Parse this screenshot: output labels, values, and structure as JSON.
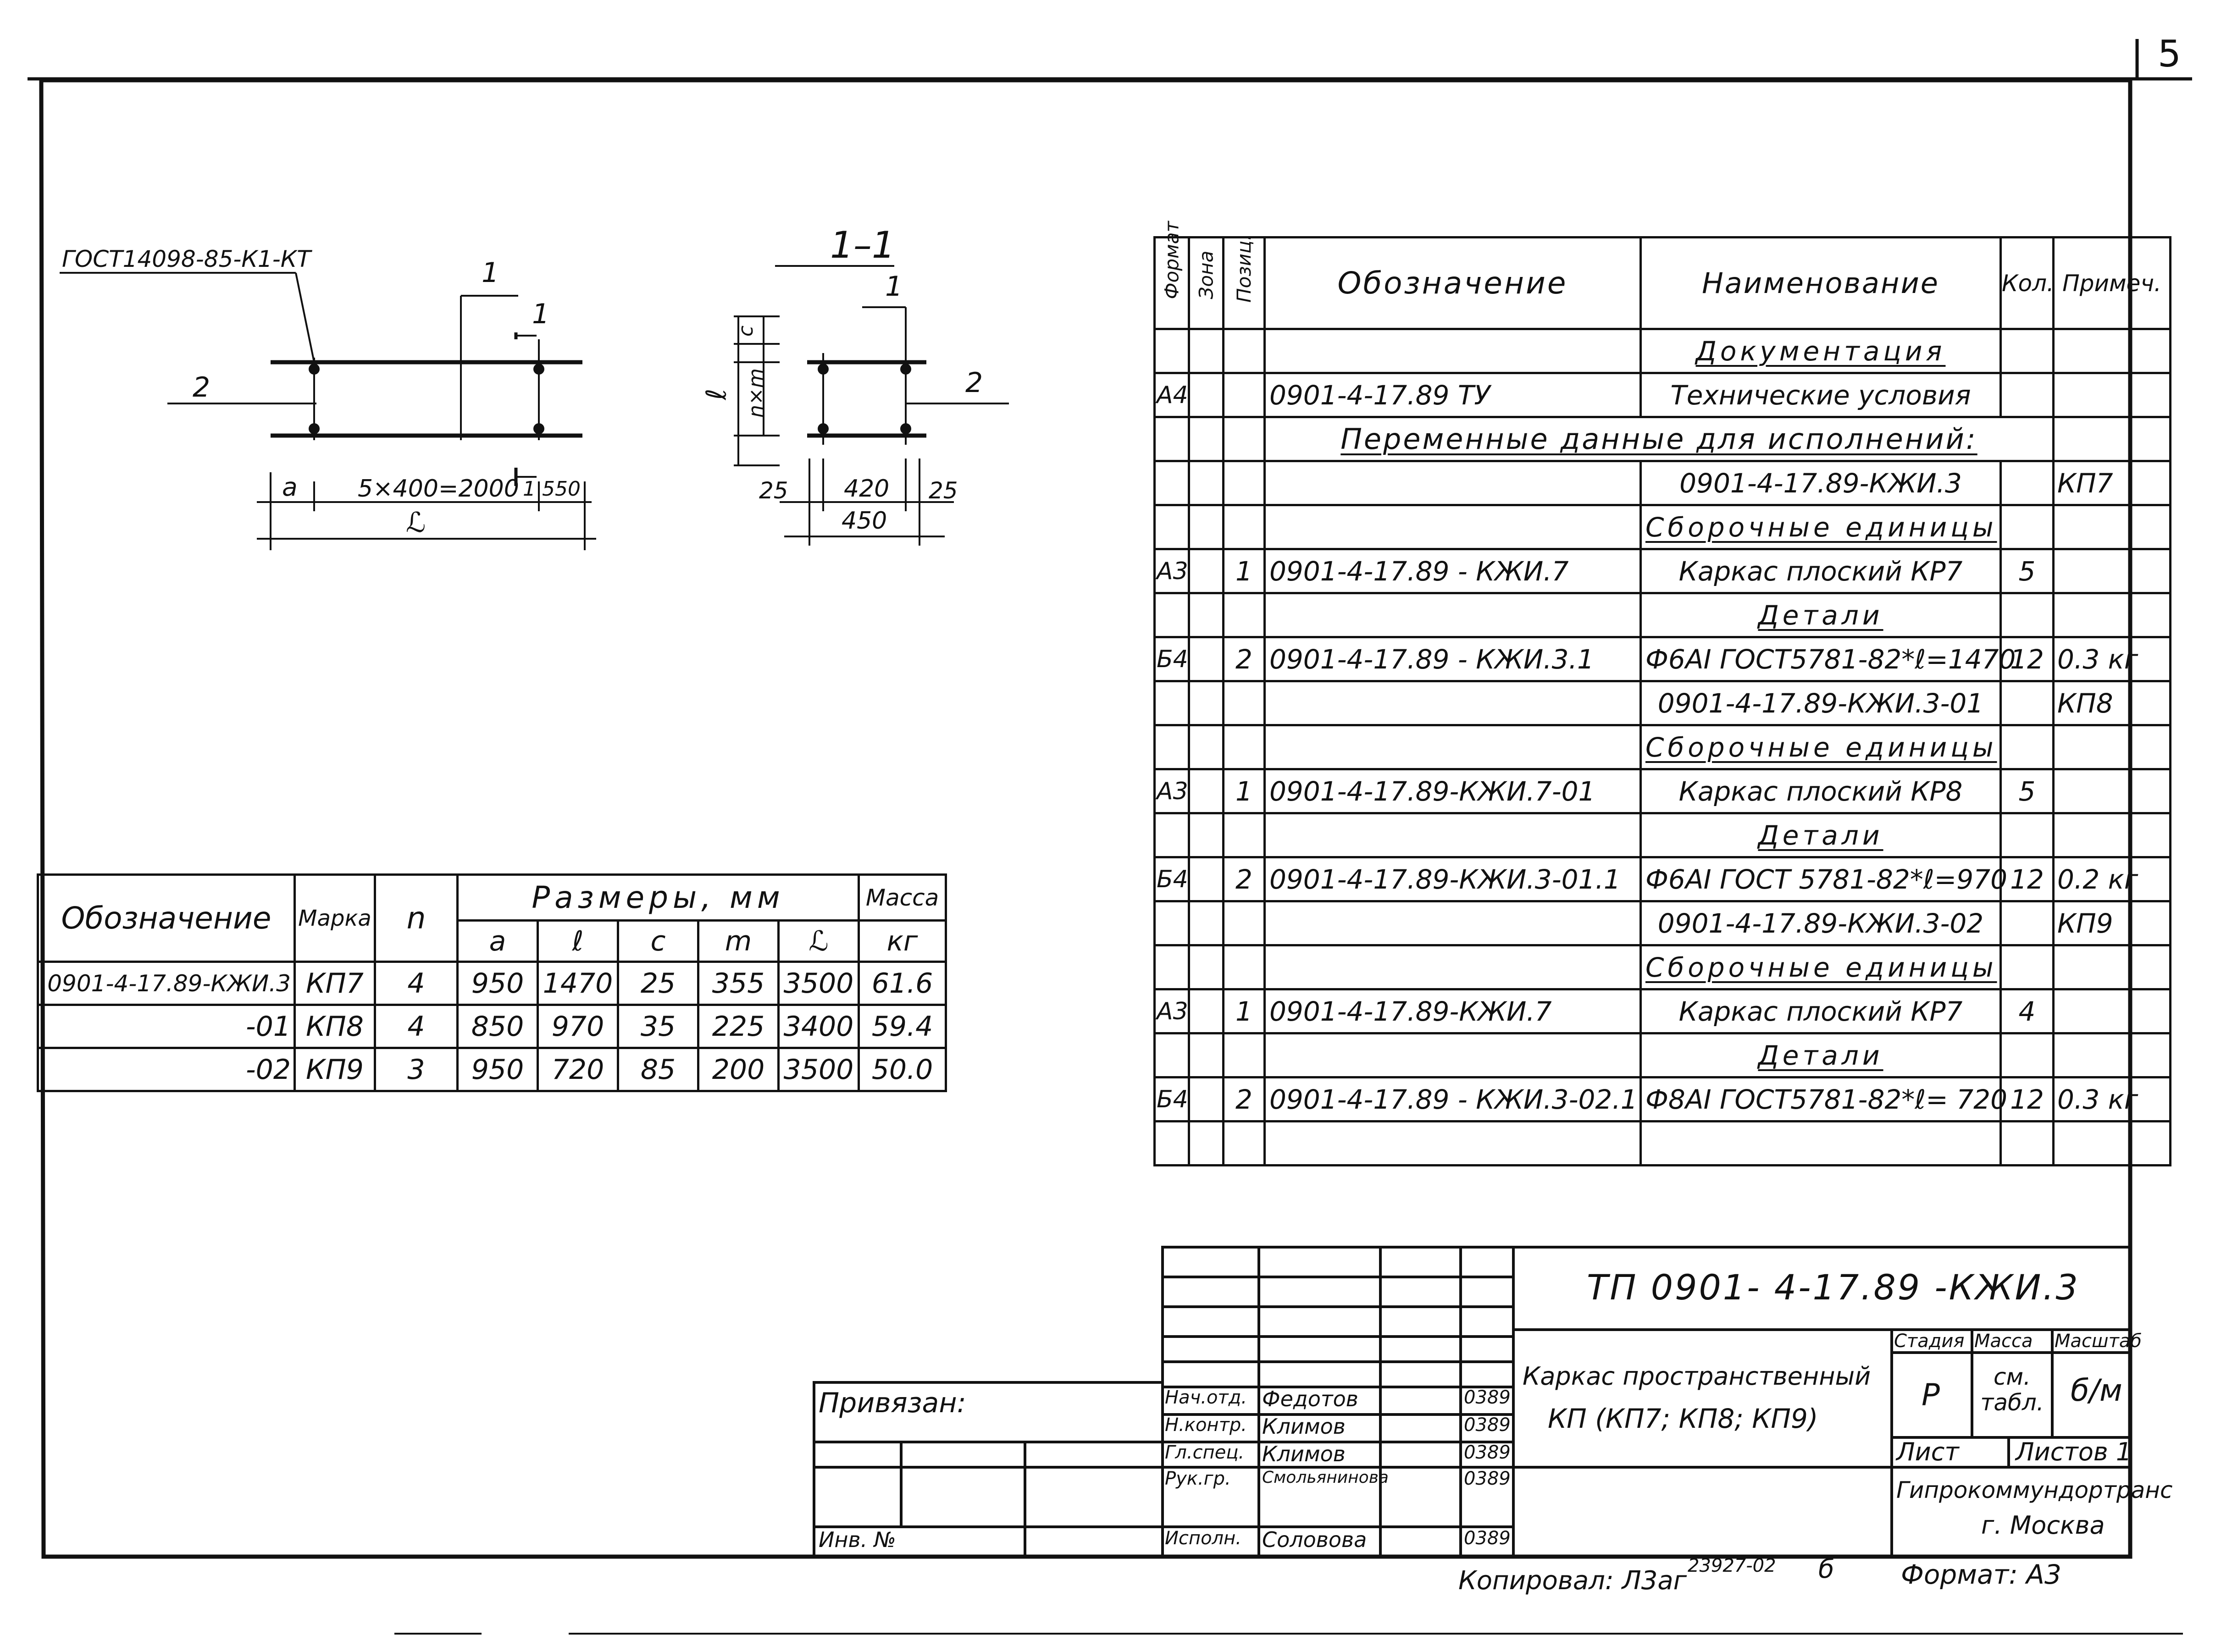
{
  "page_number": "5",
  "drawing": {
    "gost_ref": "ГОСТ14098-85-К1-КТ",
    "plan_labels": {
      "section_mark": "1",
      "section_mark_arrow": "1",
      "pos2": "2",
      "dim_a": "a",
      "dim_span": "5×400=2000",
      "dim_tail": "1 550",
      "dim_L": "ℒ"
    },
    "section": {
      "title": "1–1",
      "pos1": "1",
      "pos2": "2",
      "dim_c": "c",
      "dim_nxm": "n×m",
      "dim_l": "ℓ",
      "dim_25_left": "25",
      "dim_420": "420",
      "dim_25_right": "25",
      "dim_450": "450"
    }
  },
  "spec_table": {
    "headers": {
      "format": "Формат",
      "zone": "Зона",
      "pos": "Позиц.",
      "designation": "Обозначение",
      "name": "Наименование",
      "qty": "Кол.",
      "note": "Примеч."
    },
    "rows": [
      {
        "format": "",
        "zone": "",
        "pos": "",
        "designation": "",
        "name": "Документация",
        "qty": "",
        "note": "",
        "heading": true
      },
      {
        "format": "А4",
        "zone": "",
        "pos": "",
        "designation": "0901-4-17.89     ТУ",
        "name": "Технические условия",
        "qty": "",
        "note": ""
      },
      {
        "span": "Переменные данные для исполнений:"
      },
      {
        "format": "",
        "zone": "",
        "pos": "",
        "designation": "",
        "name": "0901-4-17.89-КЖИ.3",
        "qty": "",
        "note": "КП7"
      },
      {
        "format": "",
        "zone": "",
        "pos": "",
        "designation": "",
        "name": "Сборочные единицы",
        "qty": "",
        "note": "",
        "heading": true
      },
      {
        "format": "А3",
        "zone": "",
        "pos": "1",
        "designation": "0901-4-17.89 - КЖИ.7",
        "name": "Каркас плоский КР7",
        "qty": "5",
        "note": ""
      },
      {
        "format": "",
        "zone": "",
        "pos": "",
        "designation": "",
        "name": "Детали",
        "qty": "",
        "note": "",
        "heading": true
      },
      {
        "format": "Б4",
        "zone": "",
        "pos": "2",
        "designation": "0901-4-17.89 - КЖИ.3.1",
        "name": "Ф6АI ГОСТ5781-82*ℓ=1470",
        "qty": "12",
        "note": "0.3 кг"
      },
      {
        "format": "",
        "zone": "",
        "pos": "",
        "designation": "",
        "name": "0901-4-17.89-КЖИ.3-01",
        "qty": "",
        "note": "КП8"
      },
      {
        "format": "",
        "zone": "",
        "pos": "",
        "designation": "",
        "name": "Сборочные единицы",
        "qty": "",
        "note": "",
        "heading": true
      },
      {
        "format": "А3",
        "zone": "",
        "pos": "1",
        "designation": "0901-4-17.89-КЖИ.7-01",
        "name": "Каркас плоский КР8",
        "qty": "5",
        "note": ""
      },
      {
        "format": "",
        "zone": "",
        "pos": "",
        "designation": "",
        "name": "Детали",
        "qty": "",
        "note": "",
        "heading": true
      },
      {
        "format": "Б4",
        "zone": "",
        "pos": "2",
        "designation": "0901-4-17.89-КЖИ.3-01.1",
        "name": "Ф6АI ГОСТ 5781-82*ℓ=970",
        "qty": "12",
        "note": "0.2 кг"
      },
      {
        "format": "",
        "zone": "",
        "pos": "",
        "designation": "",
        "name": "0901-4-17.89-КЖИ.3-02",
        "qty": "",
        "note": "КП9"
      },
      {
        "format": "",
        "zone": "",
        "pos": "",
        "designation": "",
        "name": "Сборочные единицы",
        "qty": "",
        "note": "",
        "heading": true
      },
      {
        "format": "А3",
        "zone": "",
        "pos": "1",
        "designation": "0901-4-17.89-КЖИ.7",
        "name": "Каркас плоский КР7",
        "qty": "4",
        "note": ""
      },
      {
        "format": "",
        "zone": "",
        "pos": "",
        "designation": "",
        "name": "Детали",
        "qty": "",
        "note": "",
        "heading": true
      },
      {
        "format": "Б4",
        "zone": "",
        "pos": "2",
        "designation": "0901-4-17.89 - КЖИ.3-02.1",
        "name": "Ф8АI ГОСТ5781-82*ℓ= 720",
        "qty": "12",
        "note": "0.3 кг"
      },
      {
        "format": "",
        "zone": "",
        "pos": "",
        "designation": "",
        "name": "",
        "qty": "",
        "note": ""
      }
    ]
  },
  "sizes_table": {
    "h_designation": "Обозначение",
    "h_mark": "Марка",
    "h_n": "n",
    "h_sizes": "Размеры, мм",
    "h_mass": "Масса",
    "sub": [
      "a",
      "ℓ",
      "c",
      "m",
      "ℒ"
    ],
    "h_mass_unit": "кг",
    "rows": [
      [
        "0901-4-17.89-КЖИ.3",
        "КП7",
        "4",
        "950",
        "1470",
        "25",
        "355",
        "3500",
        "61.6"
      ],
      [
        "-01",
        "КП8",
        "4",
        "850",
        "970",
        "35",
        "225",
        "3400",
        "59.4"
      ],
      [
        "-02",
        "КП9",
        "3",
        "950",
        "720",
        "85",
        "200",
        "3500",
        "50.0"
      ]
    ]
  },
  "title_block": {
    "code": "ТП 0901- 4-17.89     -КЖИ.3",
    "title_line1": "Каркас пространственный",
    "title_line2": "КП (КП7; КП8; КП9)",
    "stage_h": "Стадия",
    "mass_h": "Масса",
    "scale_h": "Масштаб",
    "stage": "Р",
    "mass": "см. табл.",
    "scale": "б/м",
    "sheet": "Лист",
    "sheets": "Листов 1",
    "org": "Гипрокоммундортранс",
    "city": "г. Москва",
    "bound": "Привязан:",
    "inv": "Инв. №",
    "signers": [
      {
        "role": "Нач.отд.",
        "name": "Федотов",
        "date": "0389"
      },
      {
        "role": "Н.контр.",
        "name": "Климов",
        "date": "0389"
      },
      {
        "role": "Гл.спец.",
        "name": "Климов",
        "date": "0389"
      },
      {
        "role": "Рук.гр.",
        "name": "Смольянинова",
        "date": "0389"
      },
      {
        "role": "Исполн.",
        "name": "Соловова",
        "date": "0389"
      }
    ],
    "copied": "Копировал: Л3аг",
    "copy_no": "23927-02",
    "copy_letter": "б",
    "format": "Формат: А3"
  }
}
